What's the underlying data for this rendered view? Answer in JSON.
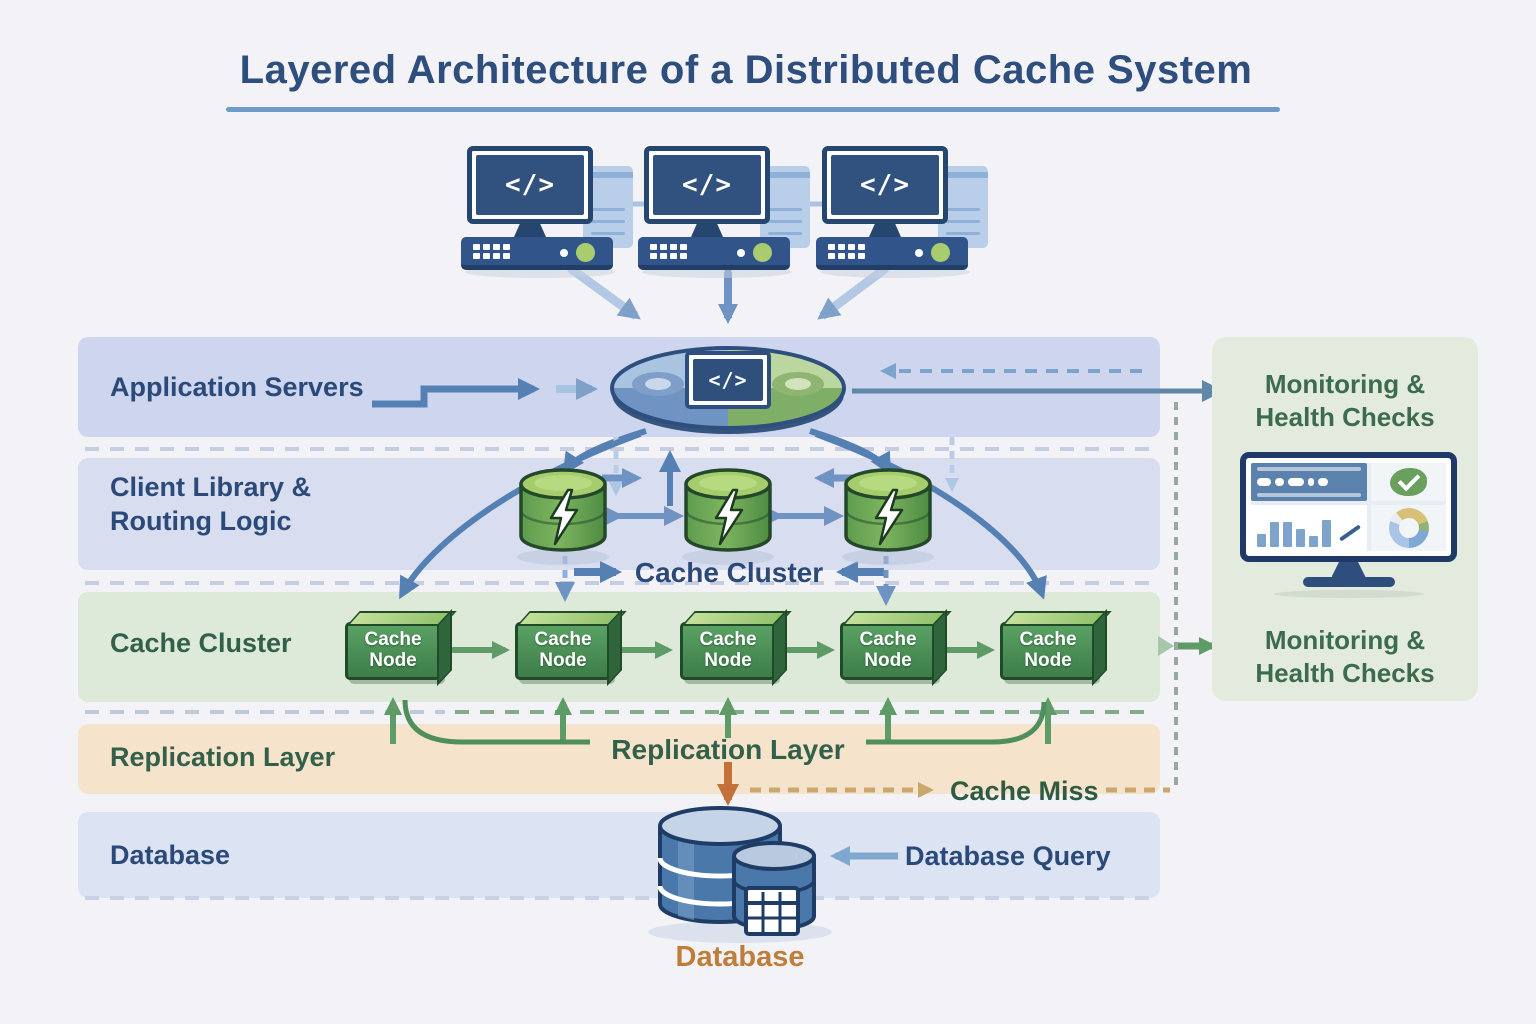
{
  "title": {
    "text": "Layered Architecture of a Distributed Cache System"
  },
  "layers": {
    "application_servers": {
      "label": "Application Servers"
    },
    "client_library": {
      "label_line1": "Client Library &",
      "label_line2": "Routing Logic"
    },
    "cache_cluster": {
      "label": "Cache Cluster"
    },
    "replication_layer": {
      "label": "Replication Layer"
    },
    "database": {
      "label": "Database"
    }
  },
  "diagram_labels": {
    "cache_cluster_center": "Cache Cluster",
    "replication_layer_center": "Replication Layer",
    "cache_miss": "Cache Miss",
    "database_query": "Database Query",
    "database_caption": "Database"
  },
  "monitoring_panel": {
    "top": {
      "line1": "Monitoring &",
      "line2": "Health Checks"
    },
    "bottom": {
      "line1": "Monitoring &",
      "line2": "Health Checks"
    }
  },
  "cache_nodes": [
    {
      "line1": "Cache",
      "line2": "Node"
    },
    {
      "line1": "Cache",
      "line2": "Node"
    },
    {
      "line1": "Cache",
      "line2": "Node"
    },
    {
      "line1": "Cache",
      "line2": "Node"
    },
    {
      "line1": "Cache",
      "line2": "Node"
    }
  ],
  "icons": {
    "code_glyph": "</>"
  },
  "colors": {
    "title_text": "#2e4e7e",
    "band_application": "#cdd6ee",
    "band_client": "#d8ddf0",
    "band_cache": "#dde9d9",
    "band_replication": "#f6e3cb",
    "band_database": "#dce4f4",
    "panel_green": "#e2ebde",
    "label_navy": "#2b4a7a",
    "label_green": "#33604a",
    "label_orange": "#bf7d3a",
    "arrow_blue": "#5580b4",
    "arrow_light_blue": "#a9c3e2",
    "arrow_green": "#5f9b66",
    "arrow_orange": "#c4703a",
    "arrow_tan": "#c9a86e",
    "node_green": "#4f9457",
    "cylinder_green": "#6fae57",
    "database_blue": "#4a78ab"
  }
}
